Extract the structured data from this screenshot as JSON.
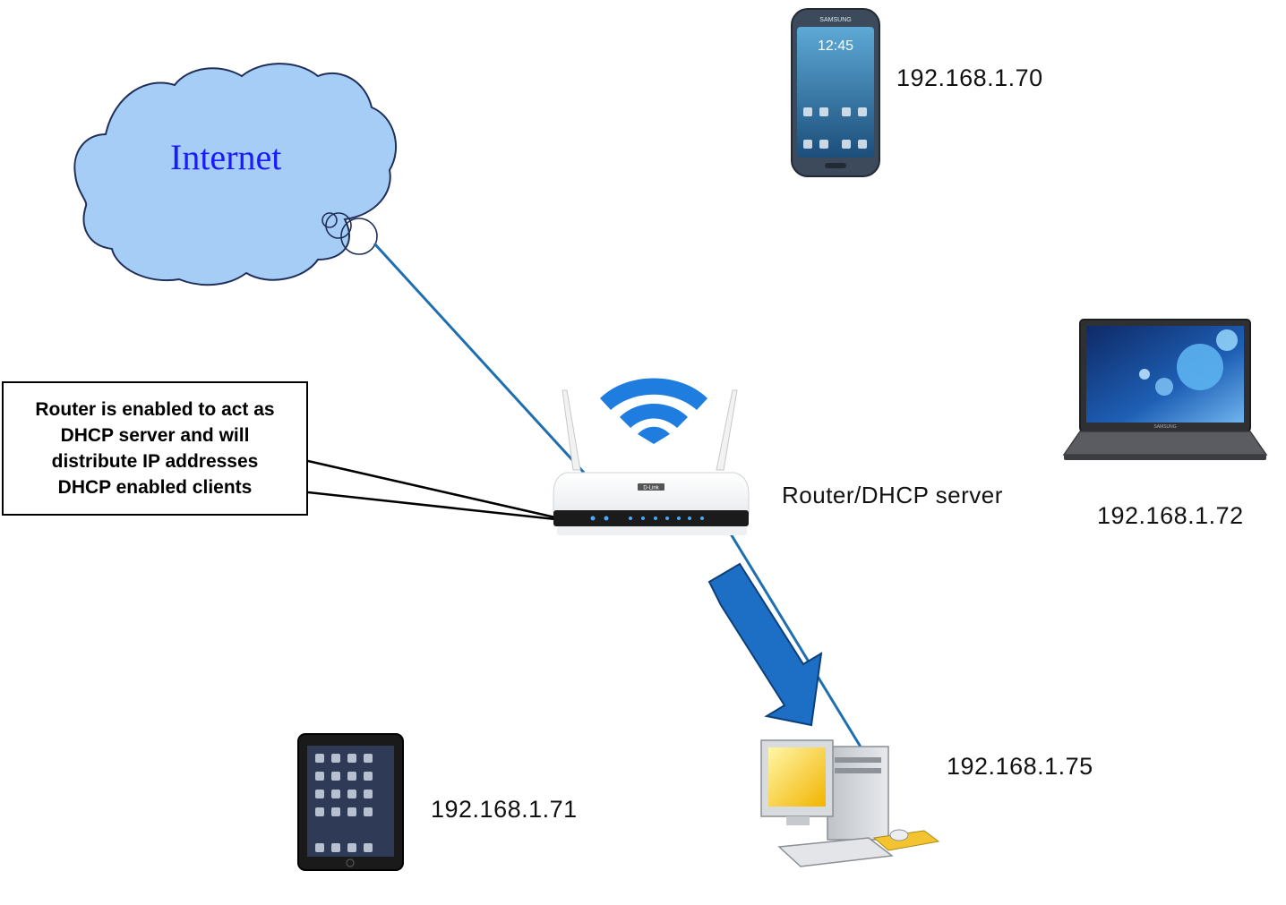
{
  "cloud": {
    "label": "Internet",
    "fill": "#a6cdf5",
    "stroke": "#1f2f5a"
  },
  "router": {
    "label": "Router/DHCP server",
    "brand_badge": "D-Link"
  },
  "note": {
    "text": "Router is enabled to act as\nDHCP server and will\ndistribute IP addresses\nDHCP enabled clients"
  },
  "devices": {
    "phone": {
      "ip": "192.168.1.70",
      "brand": "SAMSUNG",
      "clock": "12:45",
      "icon": "smartphone-icon"
    },
    "laptop": {
      "ip": "192.168.1.72",
      "brand": "SAMSUNG",
      "icon": "laptop-icon"
    },
    "tablet": {
      "ip": "192.168.1.71",
      "icon": "tablet-icon"
    },
    "desktop": {
      "ip": "192.168.1.75",
      "icon": "desktop-computer-icon"
    }
  },
  "colors": {
    "link": "#1f6fb0",
    "wifi": "#1f7de0",
    "arrow": "#1c6fc4",
    "arrow_stroke": "#0d3f7a"
  }
}
